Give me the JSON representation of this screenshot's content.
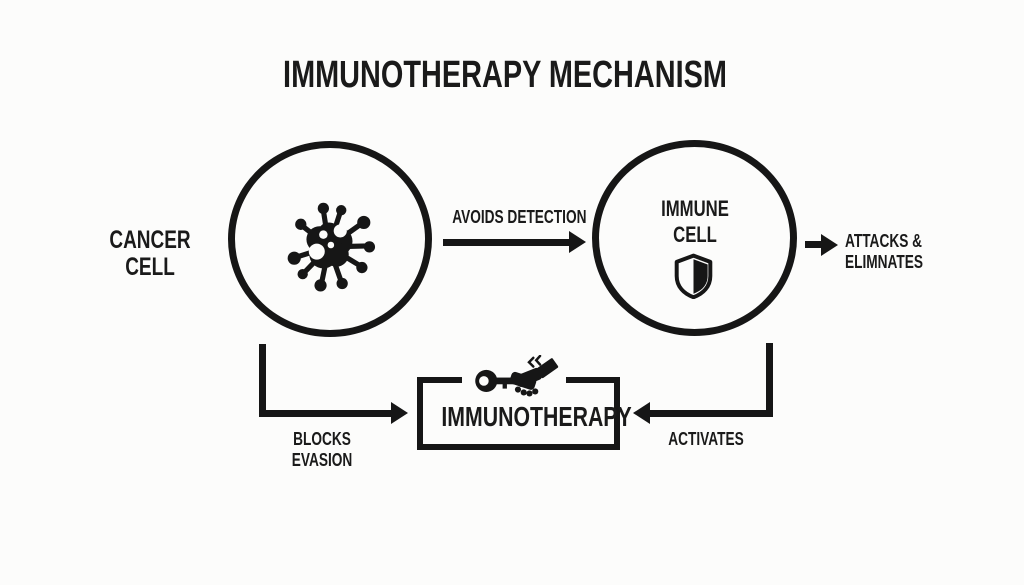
{
  "title": "IMMUNOTHERAPY MECHANISM",
  "colors": {
    "ink": "#161616",
    "background": "#fcfcfb"
  },
  "nodes": {
    "cancer_cell": {
      "line1": "CANCER",
      "line2": "CELL",
      "icon": "virus-icon"
    },
    "immune_cell": {
      "line1": "IMMUNE",
      "line2": "CELL",
      "icon": "shield-icon"
    },
    "immunotherapy": {
      "label": "IMMUNOTHERAPY",
      "icon": "key-handshake-icon"
    }
  },
  "arrows": {
    "avoids_detection": {
      "label": "AVOIDS DETECTION",
      "from": "cancer-cell",
      "to": "immune-cell",
      "direction": "right"
    },
    "attacks_eliminates": {
      "line1": "ATTACKS &",
      "line2": "ELIMNATES",
      "from": "immune-cell",
      "direction": "right"
    },
    "blocks_evasion": {
      "line1": "BLOCKS",
      "line2": "EVASION",
      "from": "cancer-cell",
      "to": "immunotherapy",
      "direction": "right"
    },
    "activates": {
      "label": "ACTIVATES",
      "from": "immune-cell",
      "to": "immunotherapy",
      "direction": "left"
    }
  }
}
